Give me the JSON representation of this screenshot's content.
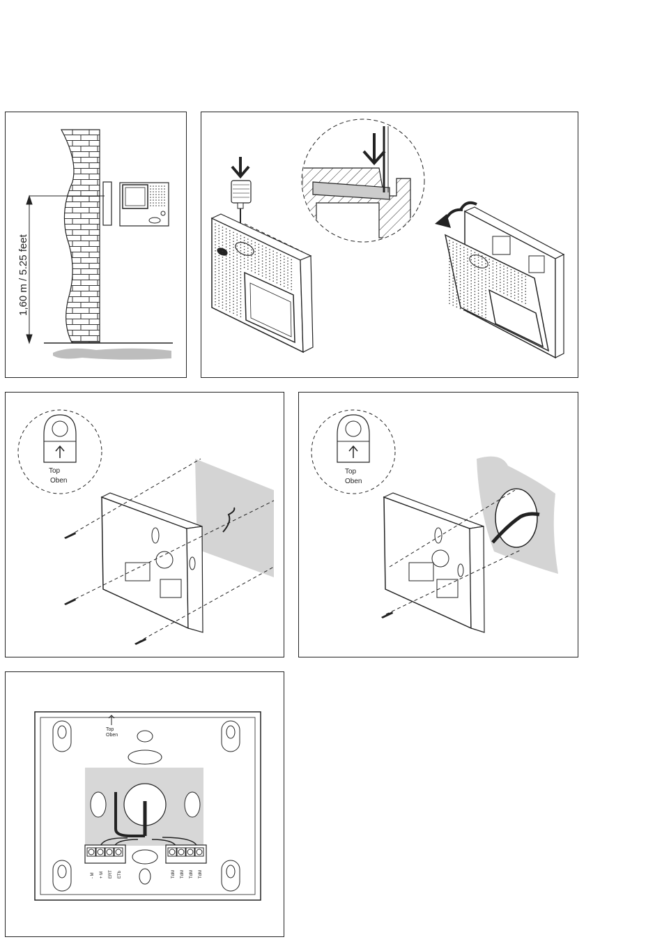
{
  "panel1": {
    "height_label": "1,60 m / 5.25 feet"
  },
  "panel3": {
    "badge_top": "Top",
    "badge_oben": "Oben"
  },
  "panel4": {
    "badge_top": "Top",
    "badge_oben": "Oben"
  },
  "panel5": {
    "arrow_top": "Top",
    "arrow_oben": "Oben",
    "terminals_left": [
      "- M",
      "+ M",
      "ERT",
      "ETb"
    ],
    "terminals_right": [
      "TdM",
      "TdM",
      "TdM",
      "TdM"
    ]
  }
}
